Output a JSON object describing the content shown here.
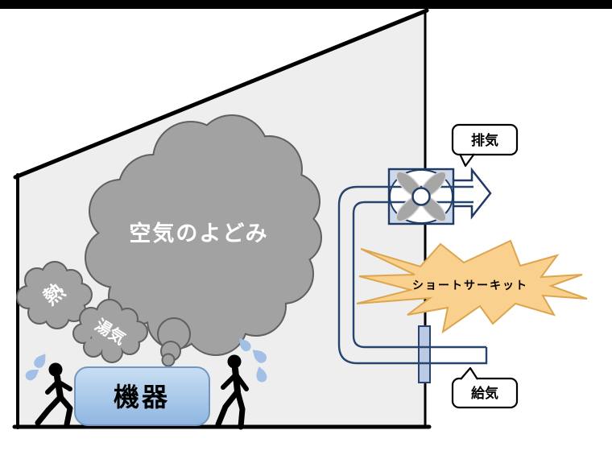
{
  "labels": {
    "stagnant_air": "空気のよどみ",
    "heat": "熱",
    "steam": "湯気",
    "equipment": "機器",
    "short_circuit": "ショートサーキット",
    "exhaust": "排気",
    "supply": "給気"
  },
  "colors": {
    "cloud_fill": "#a2a2a2",
    "cloud_stroke": "#606060",
    "room_fill": "#eeeeee",
    "outline": "#000000",
    "equipment_fill_top": "#c9def2",
    "equipment_fill_bottom": "#8fb6e2",
    "equipment_border": "#7396bf",
    "duct": "#26456e",
    "fan_frame_fill": "#ccd9ec",
    "fan_border": "#203a64",
    "fan_blade": "#a6a6a6",
    "supply_vent_fill": "#bcc9e4",
    "starburst_fill": "#f9d08e",
    "starburst_border": "#dca54e",
    "sweat_drop": "#a2bfe5"
  }
}
